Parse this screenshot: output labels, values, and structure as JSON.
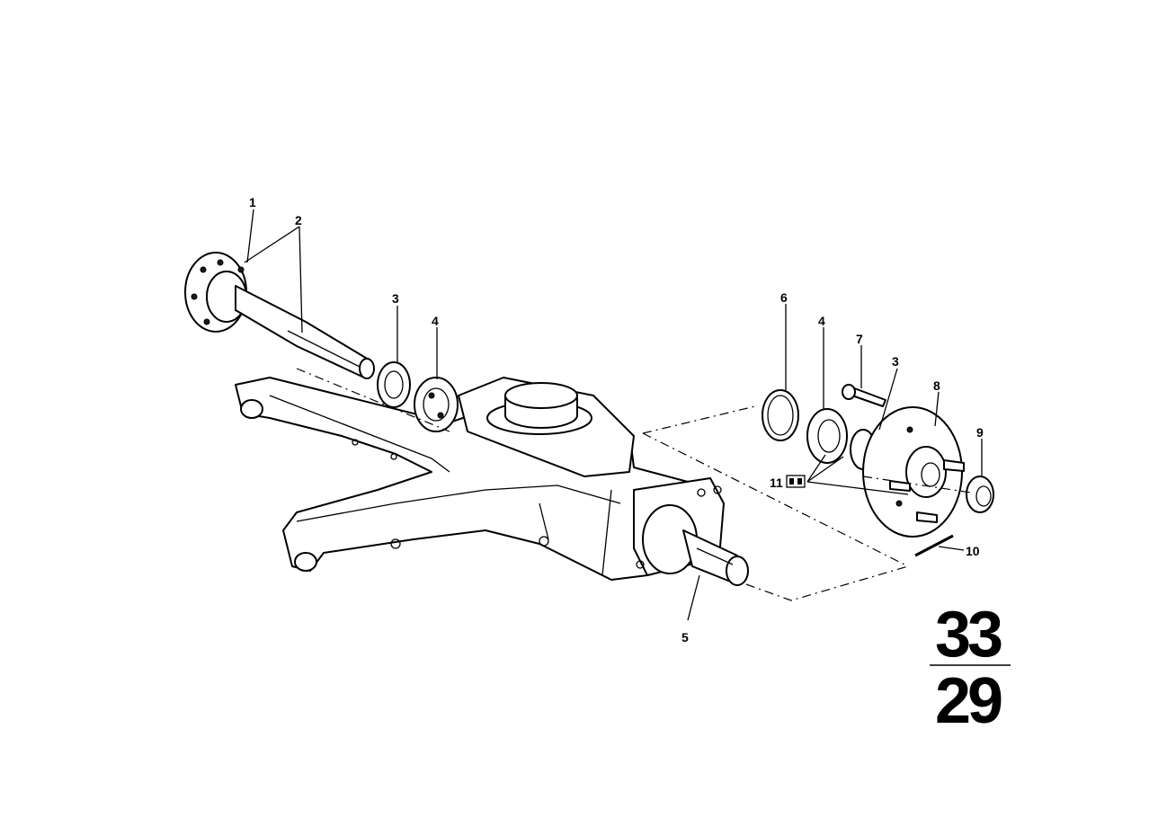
{
  "callouts": {
    "c1": "1",
    "c2": "2",
    "c3a": "3",
    "c4a": "4",
    "c5": "5",
    "c6": "6",
    "c4b": "4",
    "c7": "7",
    "c3b": "3",
    "c8": "8",
    "c9": "9",
    "c10": "10",
    "c11": "11"
  },
  "group": {
    "top": "33",
    "bottom": "29"
  }
}
